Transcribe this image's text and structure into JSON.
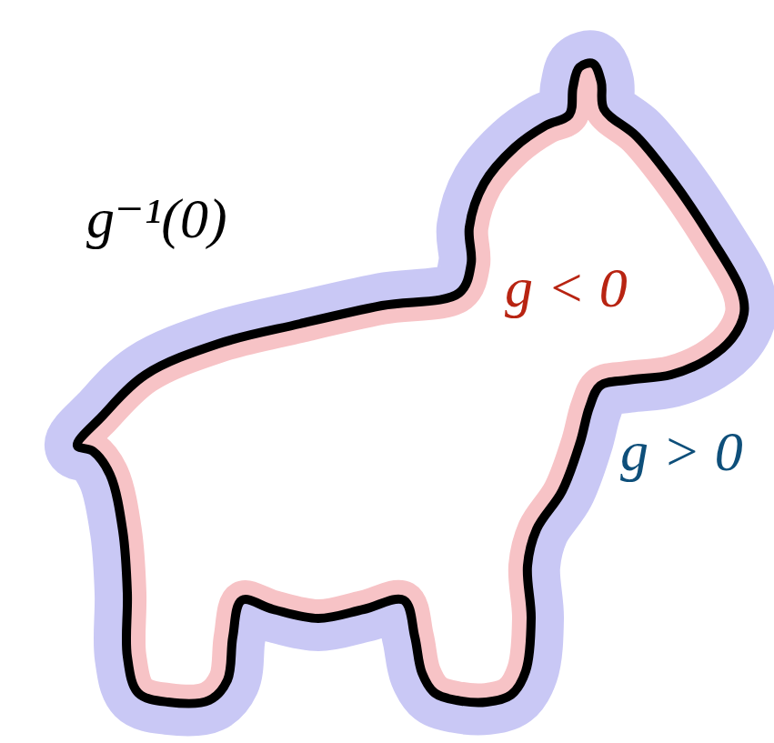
{
  "diagram": {
    "labels": [
      "g⁻¹(0)",
      "g < 0",
      "g > 0"
    ]
  }
}
